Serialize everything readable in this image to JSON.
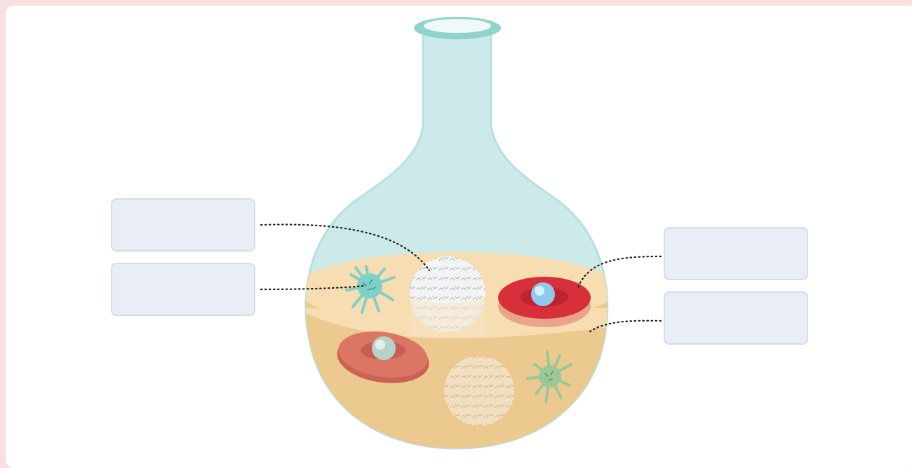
{
  "labels": {
    "zone_1": "",
    "zone_2": "",
    "zone_3": "",
    "zone_4": ""
  },
  "colors": {
    "background": "#f8dfe1",
    "flask_glass": "#cbeae9",
    "flask_rim": "#8fd3cc",
    "liquid_top": "#f7ddb2",
    "liquid_body": "#ecc98e",
    "red_cell": "#d8303a",
    "orange_cell": "#dc7664",
    "white_cell": "#f3f3f3",
    "dendritic_cell": "#7fd0c8",
    "label_box": "#e9edf6"
  },
  "icons": [
    "flask",
    "white-blood-cell",
    "dendritic-cell",
    "red-blood-cell",
    "platelet-cell"
  ]
}
